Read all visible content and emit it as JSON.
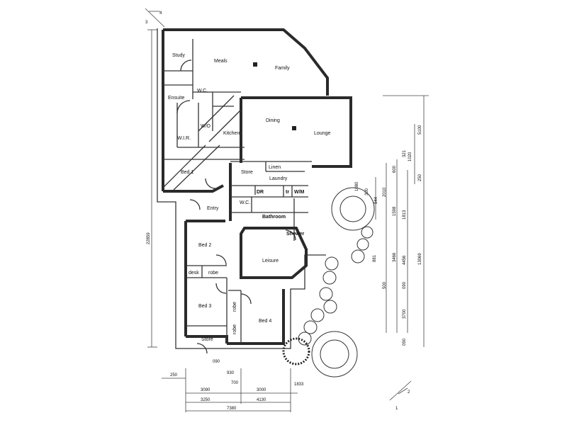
{
  "rooms": {
    "study": "Study",
    "meals": "Meals",
    "family": "Family",
    "ensuite": "Ensuite",
    "wc_top": "W.C.",
    "wir": "W.I.R.",
    "wo": "W/O",
    "kitchen": "Kitchen",
    "dining": "Dining",
    "lounge": "Lounge",
    "bed1": "Bed 1",
    "store_mid": "Store",
    "linen": "Linen",
    "laundry": "Laundry",
    "dr": "DR",
    "tr": "tr",
    "wm": "W/M",
    "wc_mid": "W.C.",
    "entry": "Entry",
    "bathroom": "Bathroom",
    "shower": "Shower",
    "bed2": "Bed 2",
    "desk": "desk",
    "robe1": "robe",
    "leisure": "Leisure",
    "bed3": "Bed 3",
    "robe2": "robe",
    "robe3": "robe",
    "bed4": "Bed 4",
    "store_bottom": "Store"
  },
  "north": {
    "top_left_a": "3",
    "top_left_b": "4",
    "bottom_right_a": "1",
    "bottom_right_b": "2"
  },
  "dims_left": {
    "overall_height": "22859"
  },
  "dims_right": {
    "d5100": "5100",
    "d321": "321",
    "d1020": "1020",
    "d600": "600",
    "d250": "250",
    "d2010": "2010",
    "d1080": "1080",
    "d300": "300",
    "d844": "844",
    "d1598": "1598",
    "d1813": "1813",
    "d13069": "13069",
    "d3466": "3466",
    "d4456": "4456",
    "d881": "881",
    "d500": "500",
    "d090a": "090",
    "d3700": "3700",
    "d090b": "090"
  },
  "dims_bottom": {
    "d250": "250",
    "d090": "090",
    "d930": "930",
    "d700": "700",
    "d3090": "3090",
    "d3000": "3000",
    "d1833": "1833",
    "d3250": "3250",
    "d4130": "4130",
    "d7380": "7380"
  }
}
